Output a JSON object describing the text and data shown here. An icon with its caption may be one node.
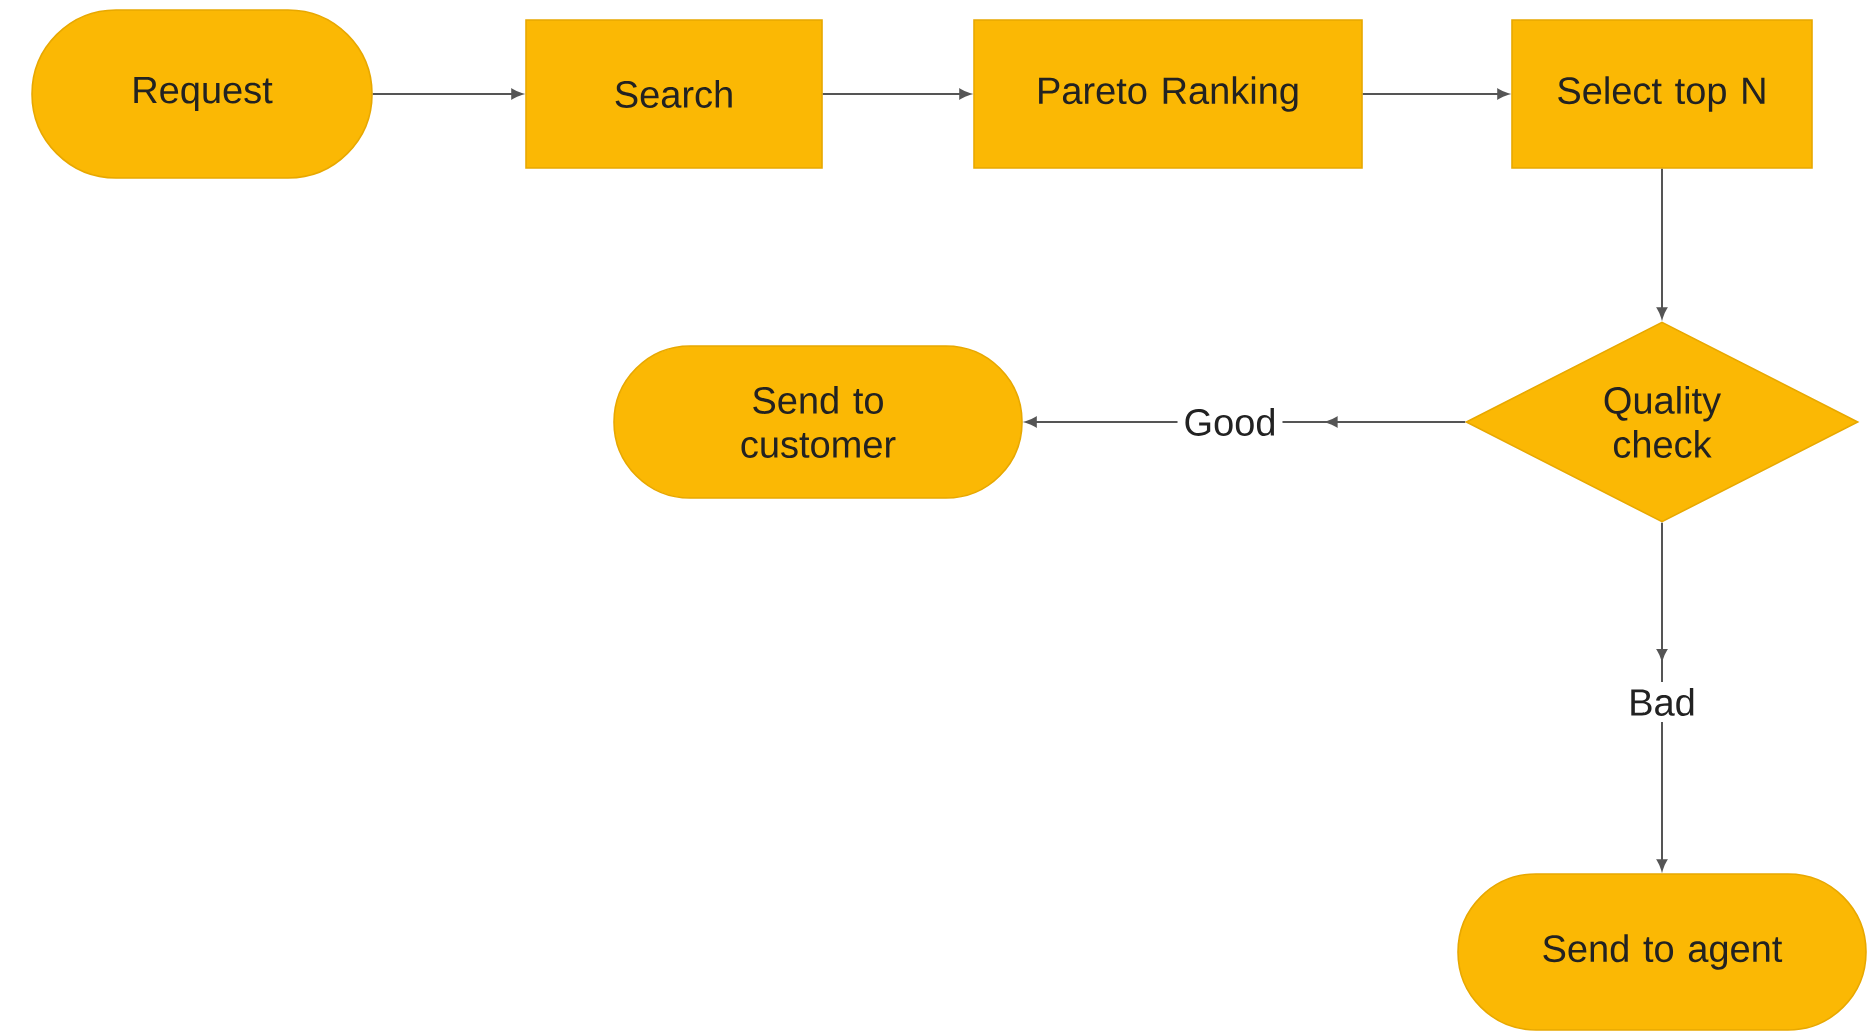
{
  "diagram": {
    "nodes": [
      {
        "text": [
          "Request"
        ]
      },
      {
        "text": [
          "Search"
        ]
      },
      {
        "text": [
          "Pareto Ranking"
        ]
      },
      {
        "text": [
          "Select top N"
        ]
      },
      {
        "text": [
          "Quality check"
        ]
      },
      {
        "text": [
          "Send to customer"
        ]
      },
      {
        "text": [
          "Send to agent"
        ]
      }
    ],
    "edges": [
      {
        "from": 0,
        "to": 1,
        "arrow": "to"
      },
      {
        "from": 1,
        "to": 2,
        "arrow": "to"
      },
      {
        "from": 2,
        "to": 3,
        "arrow": "to"
      },
      {
        "from": 3,
        "to": 4,
        "arrow": "to"
      },
      {
        "from": 4,
        "to": 5,
        "arrow": "to",
        "label": "Good"
      },
      {
        "from": 4,
        "to": 6,
        "arrow": "to",
        "label": "Bad"
      }
    ]
  }
}
